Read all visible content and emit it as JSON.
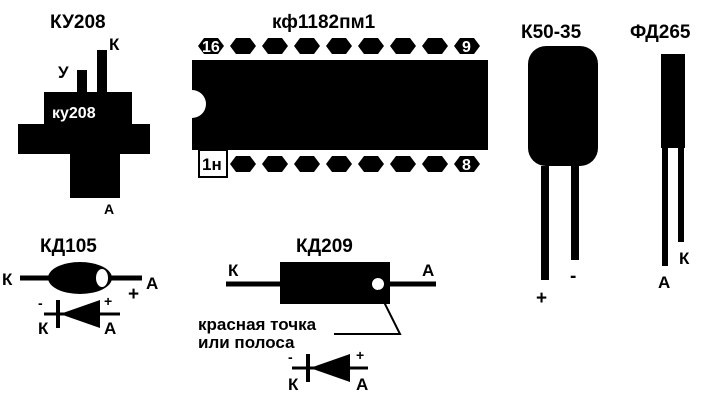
{
  "ku208": {
    "title": "КУ208",
    "body_label": "ку208",
    "pin_u": "У",
    "pin_k": "К",
    "pin_a": "А"
  },
  "chip": {
    "title": "кф1182пм1",
    "pin16": "16",
    "pin9": "9",
    "pin1": "1н",
    "pin8": "8"
  },
  "k5035": {
    "title": "К50-35",
    "plus": "+",
    "minus": "-"
  },
  "fd265": {
    "title": "ФД265",
    "pin_a": "А",
    "pin_k": "К"
  },
  "kd105": {
    "title": "КД105",
    "k": "К",
    "a": "А",
    "plus": "+",
    "sym_minus": "-",
    "sym_plus": "+",
    "sym_k": "К",
    "sym_a": "А"
  },
  "kd209": {
    "title": "КД209",
    "k": "К",
    "a": "А",
    "note_line1": "красная точка",
    "note_line2": "или полоса",
    "sym_minus": "-",
    "sym_plus": "+",
    "sym_k": "К",
    "sym_a": "А"
  }
}
